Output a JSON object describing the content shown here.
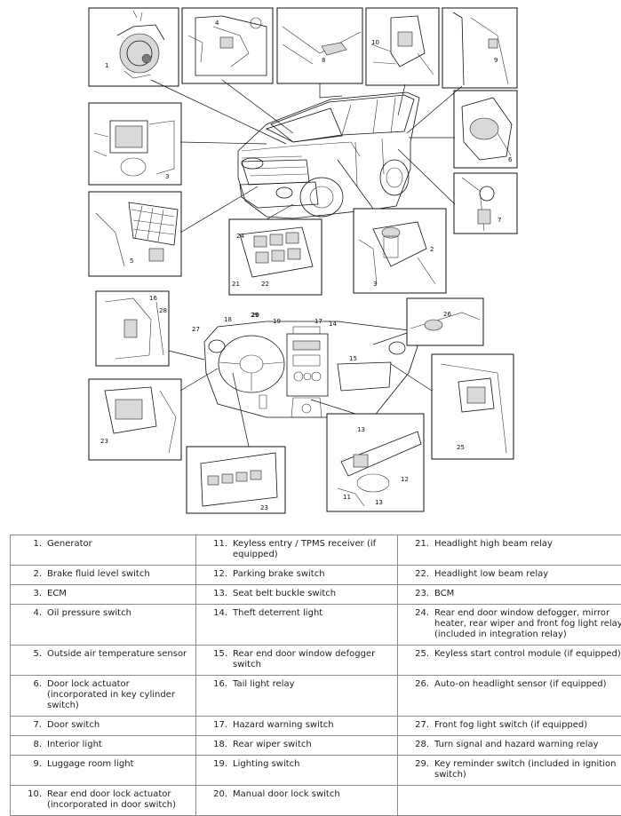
{
  "callouts": [
    "1",
    "2",
    "3",
    "4",
    "5",
    "6",
    "7",
    "8",
    "9",
    "10",
    "11",
    "12",
    "13",
    "14",
    "15",
    "16",
    "17",
    "18",
    "19",
    "20",
    "21",
    "22",
    "23",
    "24",
    "25",
    "26",
    "27",
    "28",
    "29"
  ],
  "legend": {
    "rows": [
      [
        {
          "num": "1.",
          "text": "Generator"
        },
        {
          "num": "11.",
          "text": "Keyless entry / TPMS receiver (if equipped)"
        },
        {
          "num": "21.",
          "text": "Headlight high beam relay"
        }
      ],
      [
        {
          "num": "2.",
          "text": "Brake fluid level switch"
        },
        {
          "num": "12.",
          "text": "Parking brake switch"
        },
        {
          "num": "22.",
          "text": "Headlight low beam relay"
        }
      ],
      [
        {
          "num": "3.",
          "text": "ECM"
        },
        {
          "num": "13.",
          "text": "Seat belt buckle switch"
        },
        {
          "num": "23.",
          "text": "BCM"
        }
      ],
      [
        {
          "num": "4.",
          "text": "Oil pressure switch"
        },
        {
          "num": "14.",
          "text": "Theft deterrent light"
        },
        {
          "num": "24.",
          "text": "Rear end door window defogger, mirror heater, rear wiper and front fog light relays (included in integration relay)"
        }
      ],
      [
        {
          "num": "5.",
          "text": "Outside air temperature sensor"
        },
        {
          "num": "15.",
          "text": "Rear end door window defogger switch"
        },
        {
          "num": "25.",
          "text": "Keyless start control module (if equipped)"
        }
      ],
      [
        {
          "num": "6.",
          "text": "Door lock actuator (incorporated in key cylinder switch)"
        },
        {
          "num": "16.",
          "text": "Tail light relay"
        },
        {
          "num": "26.",
          "text": "Auto-on headlight sensor (if equipped)"
        }
      ],
      [
        {
          "num": "7.",
          "text": "Door switch"
        },
        {
          "num": "17.",
          "text": "Hazard warning switch"
        },
        {
          "num": "27.",
          "text": "Front fog light switch (if equipped)"
        }
      ],
      [
        {
          "num": "8.",
          "text": "Interior light"
        },
        {
          "num": "18.",
          "text": "Rear wiper switch"
        },
        {
          "num": "28.",
          "text": "Turn signal and hazard warning relay"
        }
      ],
      [
        {
          "num": "9.",
          "text": "Luggage room light"
        },
        {
          "num": "19.",
          "text": "Lighting switch"
        },
        {
          "num": "29.",
          "text": "Key reminder switch (included in ignition switch)"
        }
      ],
      [
        {
          "num": "10.",
          "text": "Rear end door lock actuator (incorporated in door switch)"
        },
        {
          "num": "20.",
          "text": "Manual door lock switch"
        },
        {
          "num": "",
          "text": ""
        }
      ]
    ]
  }
}
